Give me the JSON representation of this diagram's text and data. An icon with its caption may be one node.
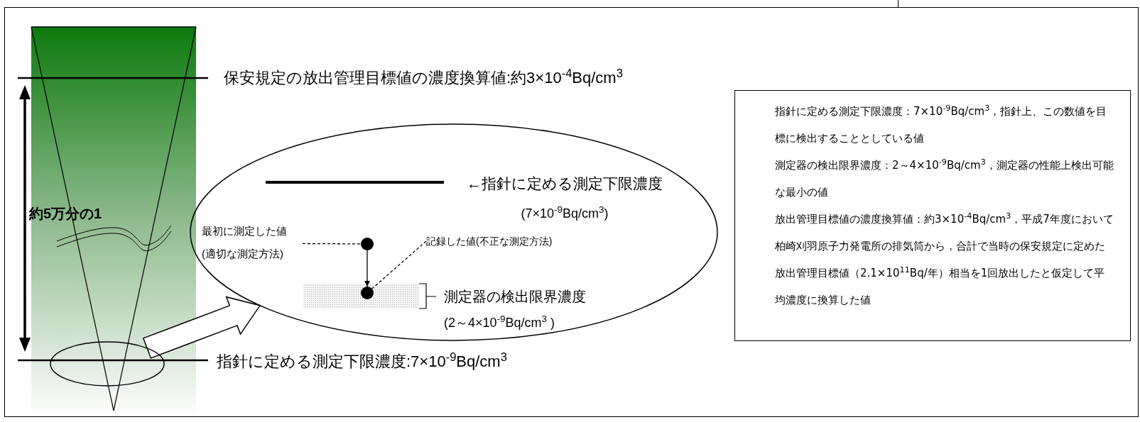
{
  "diagram": {
    "nodes": [
      {
        "text": [],
        "shape": "ellipse"
      },
      {
        "text": [],
        "shape": "ellipse"
      },
      {
        "text": [
          "←指針に定める測定下限濃度",
          "(7×10$^{-9}$Bq/cm$^{3}$)"
        ],
        "in": 1
      },
      {
        "text": [
          "最初に測定した値",
          "(適切な測定方法)"
        ],
        "in": 1
      },
      {
        "text": [],
        "shape": "circle",
        "in": 1
      },
      {
        "text": [
          "記録した値(不正な測定方法)"
        ],
        "in": 1
      },
      {
        "text": [],
        "shape": "circle",
        "in": 1
      },
      {
        "text": [
          "測定器の検出限界濃度",
          "(2～4×10$^{-9}$Bq/cm$^{3}$ )"
        ],
        "in": 1
      },
      {
        "text": [
          "指針に定める測定下限濃度：7×10$^{-9}$Bq/cm$^{3}$，指針上、この数値を目標に検出することとしている値",
          "測定器の検出限界濃度：2～4×10$^{-9}$Bq/cm$^{3}$，測定器の性能上検出可能な最小の値",
          "放出管理目標値の濃度換算値：約3×10$^{-4}$Bq/cm$^{3}$，平成7年度において柏崎刈羽原子力発電所の排気筒から，合計で当時の保安規定に定めた放出管理目標値（2.1×10$^{11}$Bq/年）相当を1回放出したと仮定して平均濃度に換算した値"
        ]
      }
    ],
    "edges": [
      {
        "from": 0,
        "to": 1,
        "arrow": "to",
        "style": "thick"
      },
      {
        "from": 3,
        "to": 4,
        "arrow": "none",
        "style": "dashed"
      },
      {
        "from": 4,
        "to": 6,
        "arrow": "to"
      },
      {
        "from": 5,
        "to": 6,
        "arrow": "none",
        "style": "dashed"
      }
    ],
    "labels": [
      "保安規定の放出管理目標値の濃度換算値:約3×10$^{-4}$Bq/cm$^{3}$",
      "約5万分の1",
      "指針に定める測定下限濃度:7×10$^{-9}$Bq/cm$^{3}$"
    ]
  }
}
